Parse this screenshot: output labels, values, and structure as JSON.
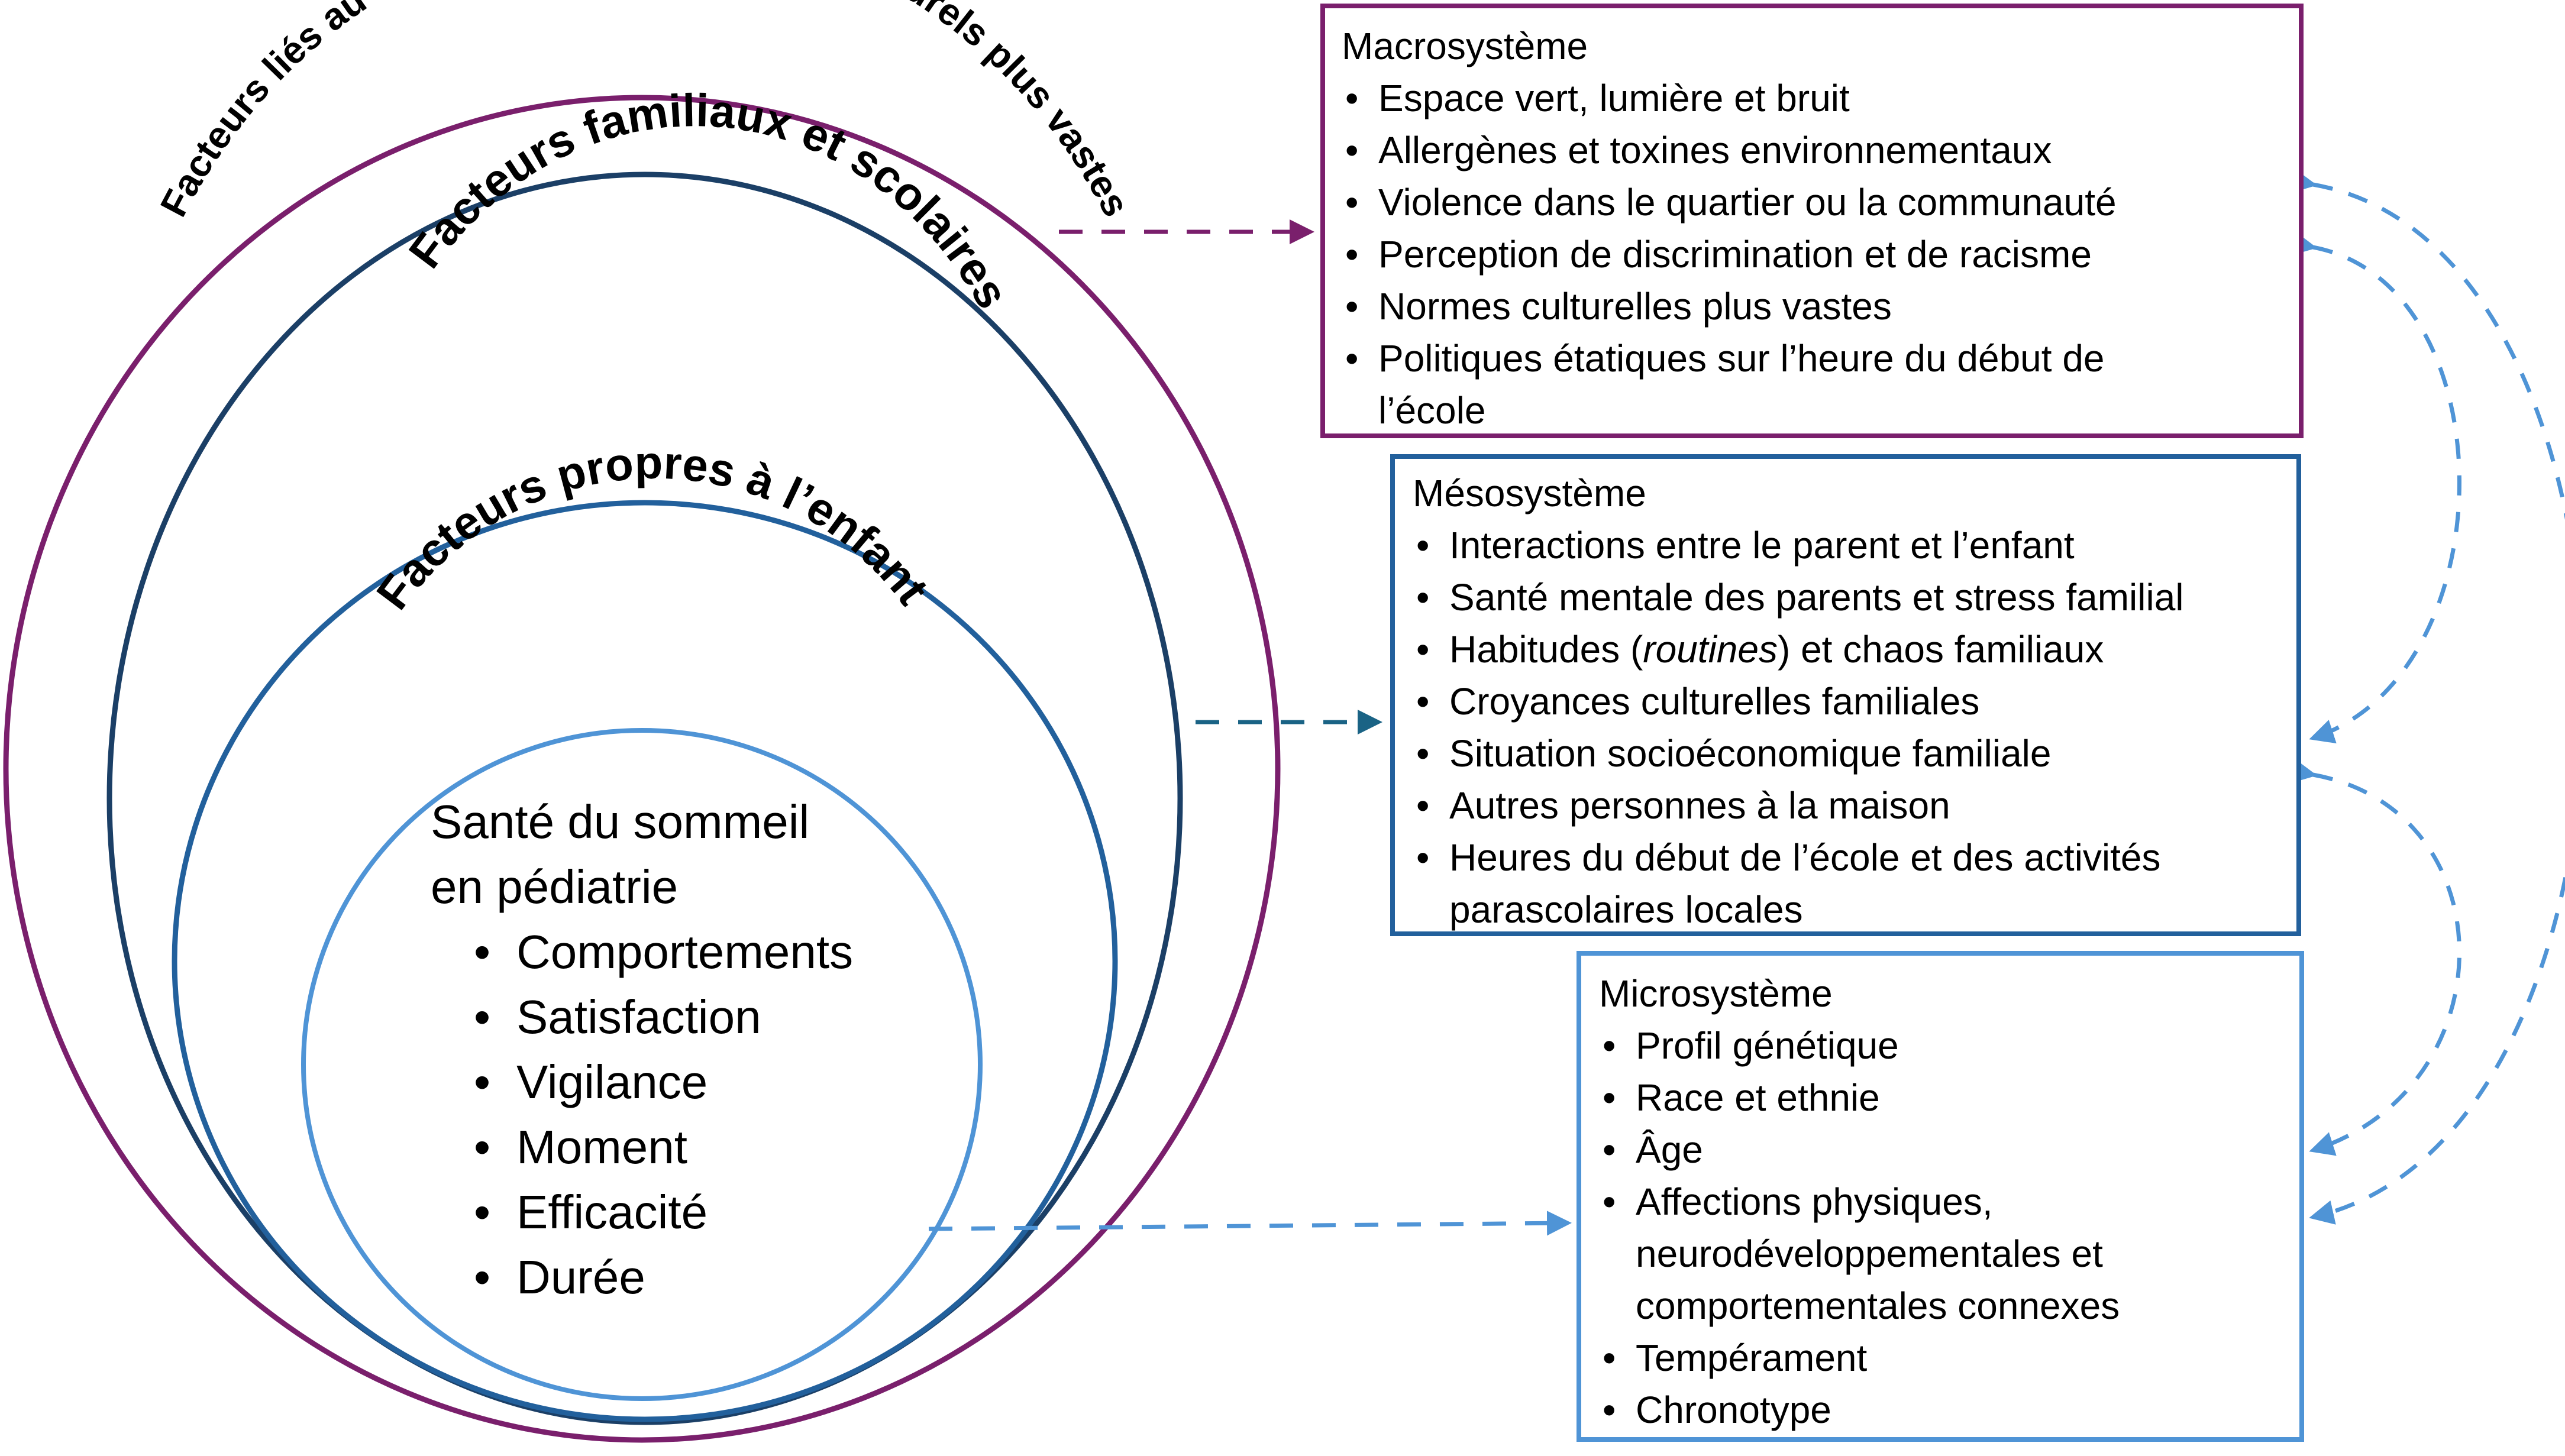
{
  "colors": {
    "macro": "#7A1F6C",
    "family_school": "#1B3F66",
    "child": "#22609C",
    "sleep": "#4F94D6",
    "meso_arrow": "#1A6385",
    "bidirectional_arrows": "#4F94D6"
  },
  "rings": {
    "outer_label": "Facteurs liés au voisinage et facteurs socioculturels plus vastes",
    "family_label": "Facteurs familiaux et scolaires",
    "child_label": "Facteurs propres à l’enfant"
  },
  "center": {
    "title_line1": "Santé du sommeil",
    "title_line2": "en pédiatrie",
    "items": [
      "Comportements",
      "Satisfaction",
      "Vigilance",
      "Moment",
      "Efficacité",
      "Durée"
    ]
  },
  "macrosystem": {
    "title": "Macrosystème",
    "items": [
      {
        "line1": "Espace vert, lumière et bruit"
      },
      {
        "line1": "Allergènes et toxines environnementaux"
      },
      {
        "line1": "Violence dans le quartier ou la communauté"
      },
      {
        "line1": "Perception de discrimination et de racisme"
      },
      {
        "line1": "Normes culturelles plus vastes"
      },
      {
        "line1": "Politiques étatiques sur l’heure du début de",
        "line2": "l’école"
      }
    ]
  },
  "mesosystem": {
    "title": "Mésosystème",
    "items": [
      {
        "line1": "Interactions entre le parent et l’enfant"
      },
      {
        "line1": "Santé mentale des parents et stress familial"
      },
      {
        "pre": "Habitudes (",
        "italic": "routines",
        "post": ") et chaos familiaux"
      },
      {
        "line1": "Croyances culturelles familiales"
      },
      {
        "line1": "Situation socioéconomique familiale"
      },
      {
        "line1": "Autres personnes à la maison"
      },
      {
        "line1": "Heures du début de l’école et des activités",
        "line2": "parascolaires locales"
      }
    ]
  },
  "microsystem": {
    "title": "Microsystème",
    "items": [
      {
        "line1": "Profil génétique"
      },
      {
        "line1": "Race et ethnie"
      },
      {
        "line1": "Âge"
      },
      {
        "line1": "Affections physiques,",
        "line2": "neurodéveloppementales et",
        "line3": "comportementales connexes"
      },
      {
        "line1": "Tempérament"
      },
      {
        "line1": "Chronotype"
      }
    ]
  }
}
